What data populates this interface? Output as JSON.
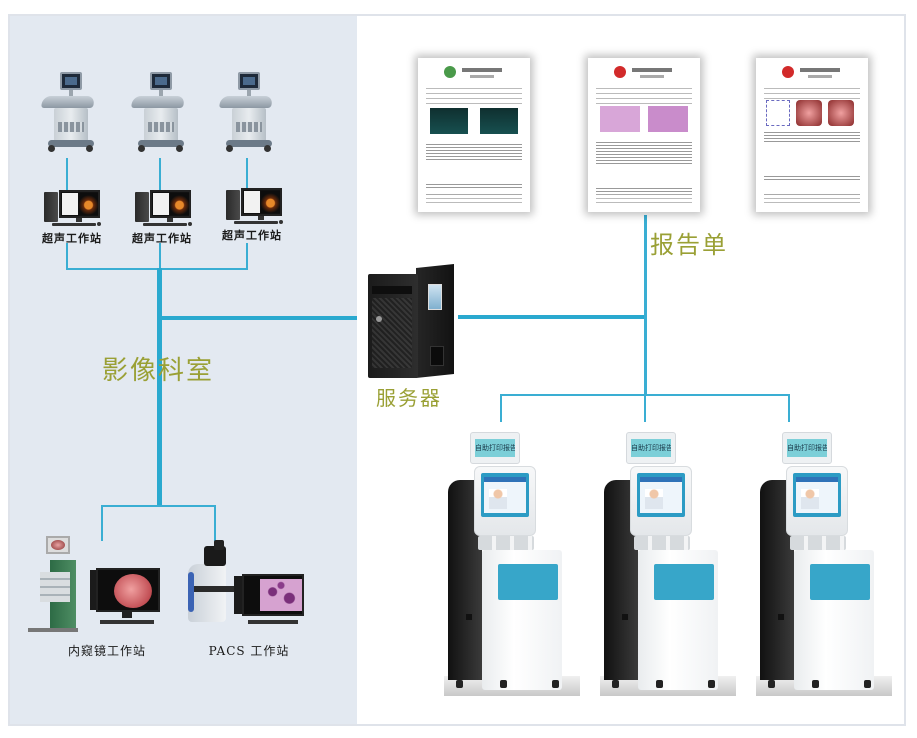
{
  "diagram": {
    "title": "Hospital imaging report self-service printing network",
    "line_color": "#2aa9cf",
    "label_color": "#9aa035",
    "left_panel_color": "#e3e9f1"
  },
  "imaging_department": {
    "label": "影像科室",
    "ultrasound_devices": [
      {
        "name": "ultrasound-machine-1"
      },
      {
        "name": "ultrasound-machine-2"
      },
      {
        "name": "ultrasound-machine-3"
      }
    ],
    "ultrasound_workstations": [
      {
        "label": "超声工作站"
      },
      {
        "label": "超声工作站"
      },
      {
        "label": "超声工作站"
      }
    ],
    "bottom_workstations": [
      {
        "label": "内窥镜工作站"
      },
      {
        "label": "PACS 工作站"
      }
    ]
  },
  "server": {
    "label": "服务器"
  },
  "reports": {
    "label": "报告单",
    "items": [
      {
        "type": "ultrasound-report",
        "logo_color": "#4a9a4a"
      },
      {
        "type": "pathology-report",
        "logo_color": "#d22a2a"
      },
      {
        "type": "endoscopy-report",
        "logo_color": "#d22a2a"
      }
    ]
  },
  "kiosks": {
    "sign_text": "自助打印报告",
    "items": [
      {
        "name": "self-service-kiosk-1"
      },
      {
        "name": "self-service-kiosk-2"
      },
      {
        "name": "self-service-kiosk-3"
      }
    ]
  }
}
